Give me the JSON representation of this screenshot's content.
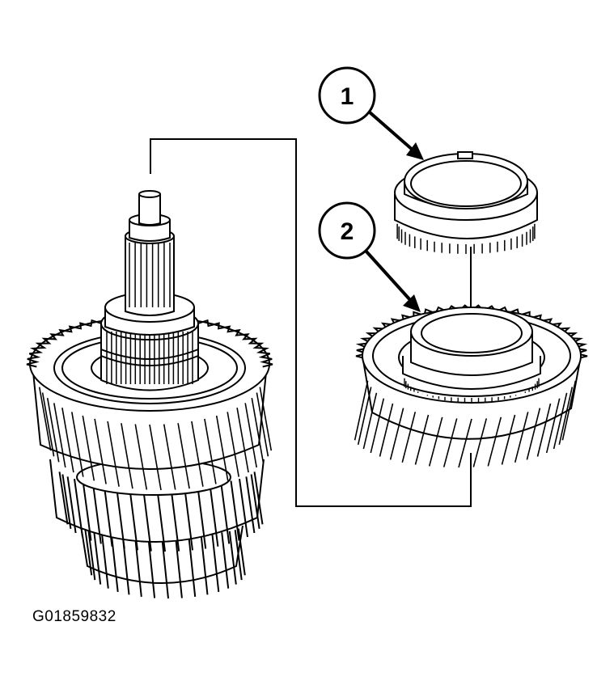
{
  "callouts": [
    {
      "number": "1"
    },
    {
      "number": "2"
    }
  ],
  "figure_id": "G01859832",
  "colors": {
    "ink": "#000000",
    "paper": "#ffffff"
  }
}
